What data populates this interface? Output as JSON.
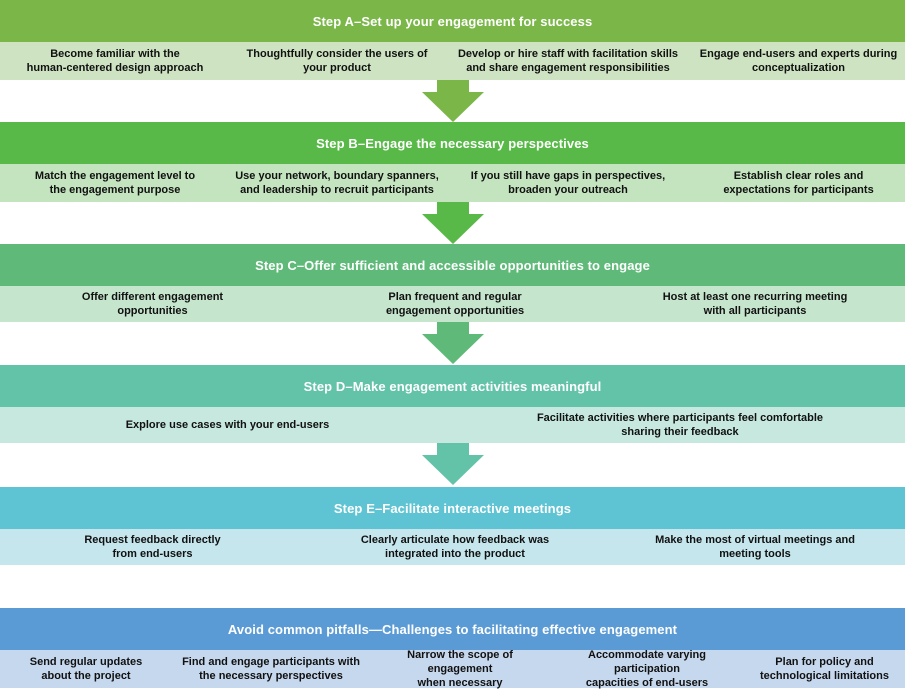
{
  "steps": [
    {
      "title": "Step A–Set up your engagement for success",
      "items": [
        "Become familiar with the\nhuman-centered design approach",
        "Thoughtfully consider the users of\nyour product",
        "Develop or hire staff with facilitation skills\nand share engagement responsibilities",
        "Engage end-users and experts during\nconceptualization"
      ],
      "header_color": "#7ab648",
      "row_color": "#cde3c1"
    },
    {
      "title": "Step B–Engage the necessary perspectives",
      "items": [
        "Match the engagement level to\nthe engagement purpose",
        "Use your network, boundary spanners,\nand leadership to recruit participants",
        "If you still have gaps in perspectives,\nbroaden your outreach",
        "Establish clear roles and\nexpectations for participants"
      ],
      "header_color": "#58b948",
      "row_color": "#c4e4bf"
    },
    {
      "title": "Step C–Offer sufficient and accessible opportunities to engage",
      "items": [
        "Offer different engagement\nopportunities",
        "Plan frequent and regular\nengagement opportunities",
        "Host at least one recurring meeting\nwith all participants"
      ],
      "header_color": "#5fba79",
      "row_color": "#c5e5cd"
    },
    {
      "title": "Step D–Make engagement activities meaningful",
      "items": [
        "Explore use cases with your end-users",
        "Facilitate activities where participants feel comfortable\nsharing their feedback"
      ],
      "header_color": "#63c3a8",
      "row_color": "#c6e8de"
    },
    {
      "title": "Step E–Facilitate interactive meetings",
      "items": [
        "Request feedback directly\nfrom end-users",
        "Clearly articulate how feedback was\nintegrated into the product",
        "Make the most of virtual meetings and\nmeeting tools"
      ],
      "header_color": "#5ec4d3",
      "row_color": "#c5e6ec"
    }
  ],
  "pitfalls": {
    "title": "Avoid common pitfalls—Challenges to facilitating effective engagement",
    "items": [
      "Send regular updates\nabout the project",
      "Find and engage participants with\nthe necessary perspectives",
      "Narrow the scope of engagement\nwhen necessary",
      "Accommodate varying participation\ncapacities of end-users",
      "Plan for policy and\ntechnological limitations"
    ],
    "header_color": "#5b9bd5",
    "row_color": "#c6d8ee"
  },
  "arrow_colors": [
    "#7ab648",
    "#58b948",
    "#5fba79",
    "#63c3a8"
  ]
}
